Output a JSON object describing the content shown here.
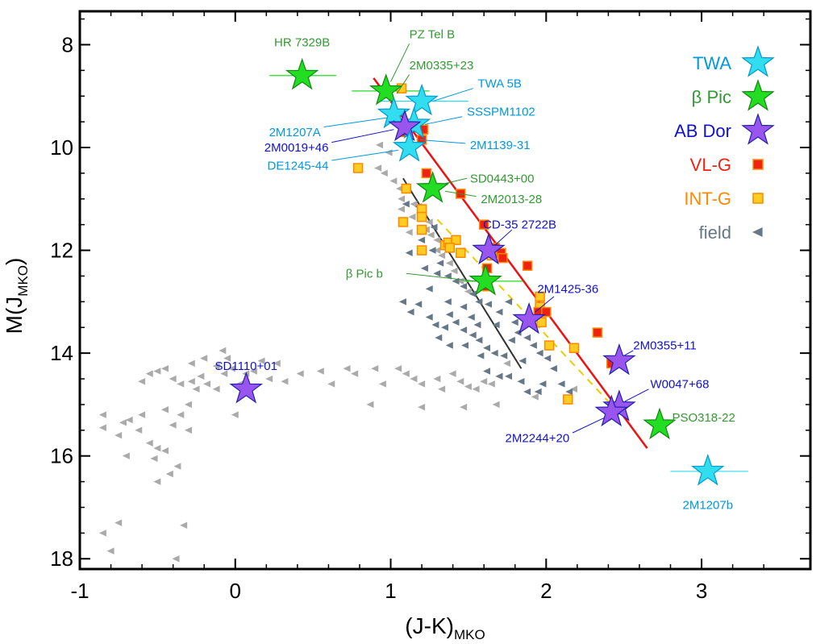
{
  "chart_data": {
    "type": "scatter",
    "xlabel": "(J-K)",
    "xlabel_sub": "MKO",
    "ylabel": "M(J",
    "ylabel_sub": "MKO",
    "ylabel_close": ")",
    "xlim": [
      -1,
      3.7
    ],
    "ylim": [
      18.2,
      7.35
    ],
    "y_inverted": true,
    "grid": false,
    "legend_placement": "top-right",
    "x_ticks": [
      {
        "value": -1,
        "label": "-1"
      },
      {
        "value": 0,
        "label": "0"
      },
      {
        "value": 1,
        "label": "1"
      },
      {
        "value": 2,
        "label": "2"
      },
      {
        "value": 3,
        "label": "3"
      }
    ],
    "y_ticks": [
      {
        "value": 8,
        "label": "8"
      },
      {
        "value": 10,
        "label": "10"
      },
      {
        "value": 12,
        "label": "12"
      },
      {
        "value": 14,
        "label": "14"
      },
      {
        "value": 16,
        "label": "16"
      },
      {
        "value": 18,
        "label": "18"
      }
    ],
    "colors": {
      "TWA": "#33ddf0",
      "bPic": "#22dd22",
      "ABDor": "#9955ee",
      "star_stroke_TWA": "#0099cc",
      "star_stroke_bPic": "#118811",
      "star_stroke_ABDor": "#2222aa",
      "VLG_fill": "#ee2211",
      "VLG_stroke": "#ff8800",
      "INTG_fill": "#ffcc22",
      "INTG_stroke": "#ff8800",
      "field_gray": "#aaaaaa",
      "field_dark": "#667788",
      "red_line": "#ee1111",
      "black_line": "#333333",
      "yellow_line": "#eecc00",
      "label_TWA": "#0099dd",
      "label_bPic": "#339933",
      "label_ABDor": "#1111cc"
    },
    "legend": [
      {
        "label": "TWA",
        "marker": "star",
        "group": "TWA"
      },
      {
        "label": "β Pic",
        "marker": "star",
        "group": "bPic"
      },
      {
        "label": "AB Dor",
        "marker": "star",
        "group": "ABDor"
      },
      {
        "label": "VL-G",
        "marker": "square",
        "group": "VLG"
      },
      {
        "label": "INT-G",
        "marker": "square",
        "group": "INTG"
      },
      {
        "label": "field",
        "marker": "triangle",
        "group": "field"
      }
    ],
    "fit_lines": [
      {
        "name": "red",
        "color": "red_line",
        "dashed": false,
        "points": [
          [
            0.89,
            8.65
          ],
          [
            2.65,
            15.85
          ]
        ]
      },
      {
        "name": "black",
        "color": "black_line",
        "dashed": false,
        "points": [
          [
            1.08,
            10.6
          ],
          [
            1.84,
            14.3
          ]
        ]
      },
      {
        "name": "yellow",
        "color": "yellow_line",
        "dashed": true,
        "points": [
          [
            1.3,
            11.4
          ],
          [
            2.45,
            15.1
          ]
        ]
      }
    ],
    "error_bars": [
      {
        "y": 8.6,
        "x0": 0.22,
        "x1": 0.65,
        "color": "bPic"
      },
      {
        "y": 8.9,
        "x0": 0.75,
        "x1": 1.25,
        "color": "bPic"
      },
      {
        "y": 9.1,
        "x0": 0.92,
        "x1": 1.5,
        "color": "TWA"
      },
      {
        "y": 12.6,
        "x0": 1.4,
        "x1": 1.85,
        "color": "bPic"
      },
      {
        "y": 16.3,
        "x0": 2.8,
        "x1": 3.3,
        "color": "TWA"
      }
    ],
    "stars": [
      {
        "name": "HR 7329B",
        "group": "bPic",
        "x": 0.43,
        "y": 8.6,
        "lx": 0.43,
        "ly": 7.95,
        "anchor": "middle"
      },
      {
        "name": "PZ Tel B",
        "group": "bPic",
        "x": 0.97,
        "y": 8.9,
        "lx": 1.12,
        "ly": 7.8,
        "anchor": "start",
        "leader": [
          1.0,
          8.72,
          1.12,
          7.98
        ]
      },
      {
        "name": "2M0335+23",
        "group": "bPic",
        "x": 0.97,
        "y": 8.9,
        "lx": 1.12,
        "ly": 8.4,
        "anchor": "start",
        "leader": [
          1.04,
          8.95,
          1.12,
          8.58
        ]
      },
      {
        "name": "TWA 5B",
        "group": "TWA",
        "x": 1.2,
        "y": 9.1,
        "lx": 1.56,
        "ly": 8.75,
        "anchor": "start",
        "leader": [
          1.27,
          9.1,
          1.53,
          8.85
        ]
      },
      {
        "name": "SSSPM1102",
        "group": "TWA",
        "x": 1.15,
        "y": 9.55,
        "lx": 1.49,
        "ly": 9.3,
        "anchor": "start",
        "leader": [
          1.22,
          9.55,
          1.46,
          9.4
        ]
      },
      {
        "name": "2M1207A",
        "group": "TWA",
        "x": 1.02,
        "y": 9.35,
        "lx": 0.55,
        "ly": 9.7,
        "anchor": "end",
        "leader": [
          0.57,
          9.6,
          0.98,
          9.42
        ]
      },
      {
        "name": "2M0019+46",
        "group": "ABDor",
        "x": 1.09,
        "y": 9.6,
        "lx": 0.6,
        "ly": 10.0,
        "anchor": "end",
        "leader": [
          0.62,
          9.9,
          1.02,
          9.65
        ]
      },
      {
        "name": "2M1139-31",
        "group": "TWA",
        "x": 1.12,
        "y": 10.0,
        "lx": 1.51,
        "ly": 9.95,
        "anchor": "start",
        "leader": [
          1.19,
          9.85,
          1.48,
          9.92
        ]
      },
      {
        "name": "DE1245-44",
        "group": "TWA",
        "x": 1.12,
        "y": 10.0,
        "lx": 0.6,
        "ly": 10.35,
        "anchor": "end",
        "leader": [
          0.62,
          10.25,
          1.05,
          10.05
        ]
      },
      {
        "name": "SD0443+00",
        "group": "bPic",
        "x": 1.27,
        "y": 10.8,
        "lx": 1.51,
        "ly": 10.6,
        "anchor": "start",
        "leader": [
          1.35,
          10.7,
          1.49,
          10.6
        ]
      },
      {
        "name": "2M2013-28",
        "group": "bPic",
        "x": 1.27,
        "y": 10.8,
        "lx": 1.58,
        "ly": 11.0,
        "anchor": "start",
        "leader": [
          1.35,
          10.85,
          1.55,
          10.95
        ]
      },
      {
        "name": "CD-35 2722B",
        "group": "ABDor",
        "x": 1.63,
        "y": 12.0,
        "lx": 1.83,
        "ly": 11.5,
        "anchor": "middle",
        "leader": [
          1.67,
          11.9,
          1.78,
          11.6
        ]
      },
      {
        "name": "β Pic b",
        "group": "bPic",
        "x": 1.61,
        "y": 12.6,
        "lx": 0.95,
        "ly": 12.45,
        "anchor": "end",
        "leader": [
          1.1,
          12.45,
          1.55,
          12.6
        ]
      },
      {
        "name": "2M1425-36",
        "group": "ABDor",
        "x": 1.89,
        "y": 13.35,
        "lx": 2.14,
        "ly": 12.75,
        "anchor": "middle",
        "leader": [
          1.93,
          13.2,
          2.05,
          12.9
        ]
      },
      {
        "name": "2M0355+11",
        "group": "ABDor",
        "x": 2.47,
        "y": 14.15,
        "lx": 2.56,
        "ly": 13.85,
        "anchor": "start",
        "leader": [
          2.5,
          14.05,
          2.56,
          13.95
        ]
      },
      {
        "name": "SD1110+01",
        "group": "ABDor",
        "x": 0.07,
        "y": 14.7,
        "lx": 0.07,
        "ly": 14.25,
        "anchor": "middle"
      },
      {
        "name": "W0047+68",
        "group": "ABDor",
        "x": 2.47,
        "y": 15.05,
        "lx": 2.67,
        "ly": 14.6,
        "anchor": "start",
        "leader": [
          2.5,
          14.95,
          2.66,
          14.7
        ]
      },
      {
        "name": "2M2244+20",
        "group": "ABDor",
        "x": 2.42,
        "y": 15.15,
        "lx": 2.15,
        "ly": 15.65,
        "anchor": "end",
        "leader": [
          2.17,
          15.55,
          2.38,
          15.25
        ]
      },
      {
        "name": "PSO318-22",
        "group": "bPic",
        "x": 2.73,
        "y": 15.4,
        "lx": 2.81,
        "ly": 15.25,
        "anchor": "start"
      },
      {
        "name": "2M1207b",
        "group": "TWA",
        "x": 3.04,
        "y": 16.3,
        "lx": 3.04,
        "ly": 16.95,
        "anchor": "middle"
      }
    ],
    "vlg": [
      [
        1.09,
        9.7
      ],
      [
        1.2,
        9.85
      ],
      [
        1.21,
        9.65
      ],
      [
        1.23,
        10.5
      ],
      [
        1.45,
        10.9
      ],
      [
        1.6,
        11.5
      ],
      [
        1.62,
        12.35
      ],
      [
        1.67,
        11.95
      ],
      [
        1.71,
        12.05
      ],
      [
        1.72,
        12.15
      ],
      [
        1.88,
        12.3
      ],
      [
        1.95,
        13.2
      ],
      [
        2.0,
        13.2
      ],
      [
        2.33,
        13.6
      ],
      [
        2.42,
        14.2
      ],
      [
        1.62,
        12.7
      ]
    ],
    "intg": [
      [
        1.07,
        8.85
      ],
      [
        0.79,
        10.4
      ],
      [
        1.1,
        10.8
      ],
      [
        1.08,
        11.45
      ],
      [
        1.2,
        11.2
      ],
      [
        1.2,
        11.35
      ],
      [
        1.2,
        11.6
      ],
      [
        1.2,
        12.0
      ],
      [
        1.35,
        11.9
      ],
      [
        1.37,
        11.85
      ],
      [
        1.42,
        11.8
      ],
      [
        1.45,
        12.05
      ],
      [
        1.38,
        11.95
      ],
      [
        1.65,
        12.1
      ],
      [
        1.96,
        12.9
      ],
      [
        1.96,
        13.1
      ],
      [
        1.97,
        13.4
      ],
      [
        2.02,
        13.85
      ],
      [
        2.18,
        13.9
      ],
      [
        2.14,
        14.9
      ]
    ],
    "field_gray": [
      [
        0.93,
        9.95
      ],
      [
        0.99,
        10.1
      ],
      [
        0.92,
        10.4
      ],
      [
        0.96,
        10.5
      ],
      [
        1.02,
        10.65
      ],
      [
        1.06,
        10.8
      ],
      [
        1.1,
        10.75
      ],
      [
        1.07,
        11.0
      ],
      [
        1.15,
        11.1
      ],
      [
        1.07,
        11.2
      ],
      [
        1.14,
        11.35
      ],
      [
        1.23,
        11.6
      ],
      [
        1.26,
        11.7
      ],
      [
        1.3,
        11.8
      ],
      [
        1.35,
        11.95
      ],
      [
        1.33,
        12.1
      ],
      [
        1.38,
        12.25
      ],
      [
        1.41,
        12.4
      ],
      [
        1.45,
        12.6
      ],
      [
        1.5,
        12.8
      ],
      [
        1.12,
        11.65
      ],
      [
        1.25,
        11.45
      ],
      [
        1.3,
        12.0
      ],
      [
        -0.85,
        15.2
      ],
      [
        -0.85,
        15.45
      ],
      [
        -0.75,
        15.6
      ],
      [
        -0.72,
        15.35
      ],
      [
        -0.68,
        15.3
      ],
      [
        -0.6,
        15.2
      ],
      [
        -0.62,
        15.5
      ],
      [
        -0.55,
        15.75
      ],
      [
        -0.5,
        15.85
      ],
      [
        -0.45,
        15.9
      ],
      [
        -0.4,
        15.4
      ],
      [
        -0.35,
        15.2
      ],
      [
        -0.3,
        15.5
      ],
      [
        -0.7,
        16.0
      ],
      [
        -0.52,
        16.05
      ],
      [
        -0.42,
        16.35
      ],
      [
        -0.5,
        16.5
      ],
      [
        -0.37,
        16.2
      ],
      [
        -0.45,
        15.1
      ],
      [
        -0.3,
        15.0
      ],
      [
        -0.25,
        14.7
      ],
      [
        -0.22,
        14.45
      ],
      [
        -0.18,
        14.6
      ],
      [
        -0.12,
        14.7
      ],
      [
        -0.07,
        14.4
      ],
      [
        -0.28,
        14.2
      ],
      [
        -0.2,
        14.1
      ],
      [
        -0.12,
        14.25
      ],
      [
        -0.08,
        13.95
      ],
      [
        -0.05,
        14.1
      ],
      [
        -0.02,
        14.3
      ],
      [
        0.03,
        14.6
      ],
      [
        0.07,
        14.4
      ],
      [
        0.12,
        14.35
      ],
      [
        0.17,
        14.15
      ],
      [
        0.22,
        14.5
      ],
      [
        0.27,
        14.2
      ],
      [
        0.32,
        14.55
      ],
      [
        0.42,
        14.4
      ],
      [
        0.55,
        14.35
      ],
      [
        0.62,
        14.6
      ],
      [
        0.72,
        14.3
      ],
      [
        0.77,
        14.4
      ],
      [
        0.9,
        14.3
      ],
      [
        0.95,
        14.6
      ],
      [
        1.05,
        14.3
      ],
      [
        1.1,
        14.4
      ],
      [
        1.15,
        14.5
      ],
      [
        1.2,
        14.6
      ],
      [
        1.3,
        14.5
      ],
      [
        1.33,
        14.7
      ],
      [
        1.4,
        14.4
      ],
      [
        1.45,
        14.55
      ],
      [
        1.5,
        14.65
      ],
      [
        1.55,
        14.7
      ],
      [
        1.6,
        14.55
      ],
      [
        1.65,
        14.6
      ],
      [
        1.7,
        14.45
      ],
      [
        1.75,
        14.2
      ],
      [
        0.87,
        15.0
      ],
      [
        1.2,
        15.05
      ],
      [
        1.47,
        15.05
      ],
      [
        1.68,
        15.0
      ],
      [
        1.93,
        14.85
      ],
      [
        2.18,
        14.7
      ],
      [
        -0.85,
        17.5
      ],
      [
        -0.75,
        17.3
      ],
      [
        -0.33,
        17.35
      ],
      [
        -0.8,
        17.85
      ],
      [
        -0.38,
        18.0
      ],
      [
        0.0,
        15.2
      ],
      [
        -0.28,
        14.55
      ],
      [
        -0.35,
        14.6
      ],
      [
        -0.4,
        14.5
      ],
      [
        -0.45,
        14.3
      ],
      [
        -0.5,
        14.35
      ],
      [
        -0.55,
        14.4
      ],
      [
        -0.6,
        14.55
      ]
    ],
    "field_dark": [
      [
        1.1,
        11.1
      ],
      [
        1.18,
        11.15
      ],
      [
        1.2,
        11.8
      ],
      [
        1.27,
        12.0
      ],
      [
        1.32,
        12.25
      ],
      [
        1.37,
        12.5
      ],
      [
        1.12,
        12.05
      ],
      [
        1.22,
        12.35
      ],
      [
        1.3,
        12.45
      ],
      [
        1.42,
        12.6
      ],
      [
        1.47,
        12.7
      ],
      [
        1.53,
        12.85
      ],
      [
        1.57,
        13.0
      ],
      [
        1.63,
        13.05
      ],
      [
        1.7,
        13.2
      ],
      [
        1.76,
        13.0
      ],
      [
        1.8,
        13.4
      ],
      [
        1.82,
        13.6
      ],
      [
        1.88,
        13.7
      ],
      [
        1.92,
        13.85
      ],
      [
        1.96,
        14.0
      ],
      [
        2.01,
        14.1
      ],
      [
        2.05,
        14.3
      ],
      [
        1.98,
        14.6
      ],
      [
        2.1,
        14.6
      ],
      [
        2.15,
        14.75
      ],
      [
        1.95,
        14.75
      ],
      [
        1.37,
        13.0
      ],
      [
        1.47,
        13.1
      ],
      [
        1.52,
        13.3
      ],
      [
        1.38,
        13.25
      ],
      [
        1.42,
        13.4
      ],
      [
        1.47,
        13.55
      ],
      [
        1.53,
        13.65
      ],
      [
        1.57,
        13.75
      ],
      [
        1.62,
        13.9
      ],
      [
        1.67,
        14.0
      ],
      [
        1.73,
        14.05
      ],
      [
        1.58,
        14.05
      ],
      [
        1.48,
        13.85
      ],
      [
        1.35,
        13.5
      ],
      [
        1.29,
        13.45
      ],
      [
        1.25,
        13.3
      ],
      [
        1.18,
        13.05
      ],
      [
        1.13,
        13.2
      ],
      [
        1.08,
        13.0
      ],
      [
        1.25,
        12.75
      ],
      [
        1.31,
        13.7
      ],
      [
        1.62,
        14.35
      ],
      [
        1.7,
        14.45
      ],
      [
        1.78,
        13.75
      ],
      [
        1.85,
        14.15
      ],
      [
        1.76,
        14.45
      ],
      [
        1.84,
        14.55
      ],
      [
        1.88,
        14.75
      ],
      [
        1.56,
        13.45
      ],
      [
        1.28,
        11.55
      ],
      [
        1.38,
        13.85
      ],
      [
        1.68,
        13.45
      ]
    ]
  }
}
